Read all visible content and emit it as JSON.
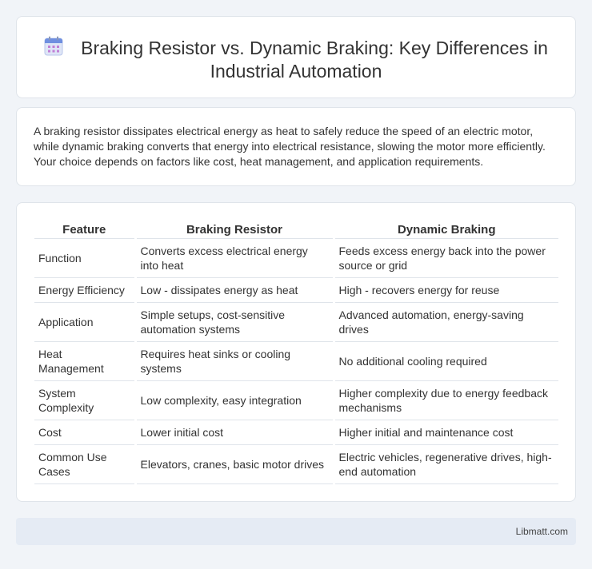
{
  "header": {
    "title": "Braking Resistor vs. Dynamic Braking: Key Differences in Industrial Automation",
    "icon": "calendar-icon"
  },
  "summary": "A braking resistor dissipates electrical energy as heat to safely reduce the speed of an electric motor, while dynamic braking converts that energy into electrical resistance, slowing the motor more efficiently. Your choice depends on factors like cost, heat management, and application requirements.",
  "table": {
    "headers": [
      "Feature",
      "Braking Resistor",
      "Dynamic Braking"
    ],
    "rows": [
      [
        "Function",
        "Converts excess electrical energy into heat",
        "Feeds excess energy back into the power source or grid"
      ],
      [
        "Energy Efficiency",
        "Low - dissipates energy as heat",
        "High - recovers energy for reuse"
      ],
      [
        "Application",
        "Simple setups, cost-sensitive automation systems",
        "Advanced automation, energy-saving drives"
      ],
      [
        "Heat Management",
        "Requires heat sinks or cooling systems",
        "No additional cooling required"
      ],
      [
        "System Complexity",
        "Low complexity, easy integration",
        "Higher complexity due to energy feedback mechanisms"
      ],
      [
        "Cost",
        "Lower initial cost",
        "Higher initial and maintenance cost"
      ],
      [
        "Common Use Cases",
        "Elevators, cranes, basic motor drives",
        "Electric vehicles, regenerative drives, high-end automation"
      ]
    ]
  },
  "footer": {
    "brand": "Libmatt.com"
  }
}
